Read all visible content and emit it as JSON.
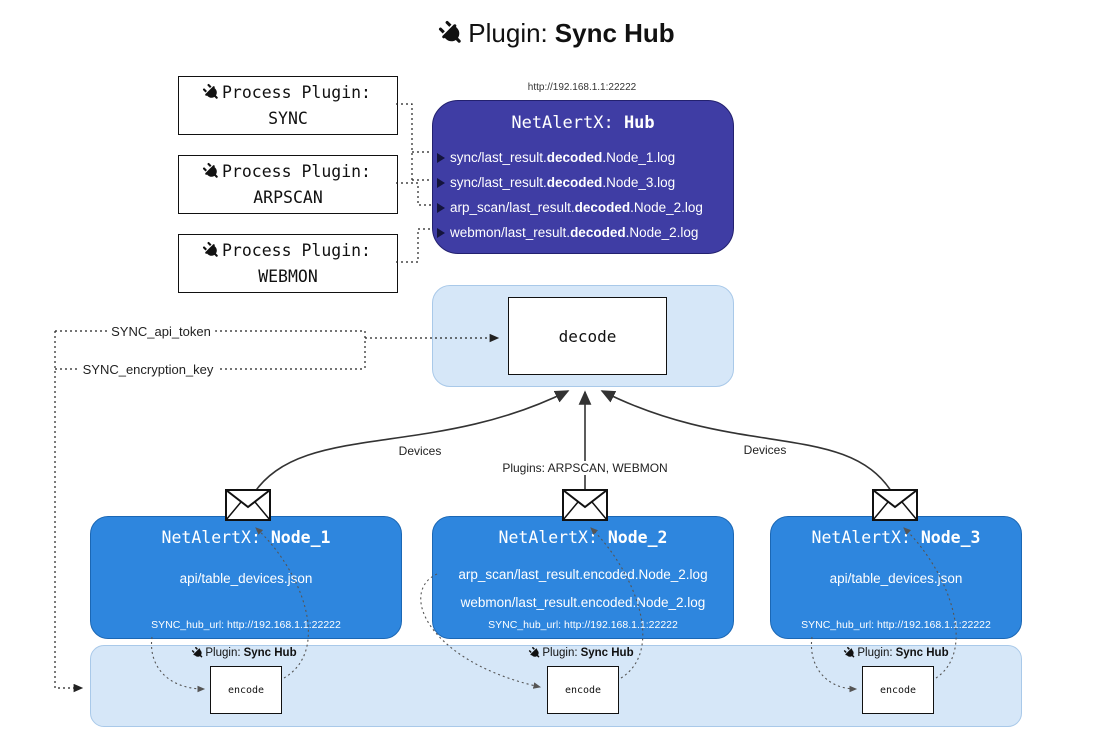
{
  "colors": {
    "hub_fill": "#3f3da4",
    "hub_border": "#23216f",
    "node_fill": "#2e86de",
    "node_border": "#1b67b4",
    "panel_fill": "#d6e7f8",
    "panel_border": "#a9c9e9",
    "line_color": "#333333"
  },
  "icons": {
    "plug": "plug-icon",
    "envelope": "envelope-icon",
    "arrowhead": "arrowhead-icon"
  },
  "title": {
    "prefix": "Plugin: ",
    "bold": "Sync Hub"
  },
  "process_plugins": [
    {
      "title": "Process Plugin:",
      "name": "SYNC"
    },
    {
      "title": "Process Plugin:",
      "name": "ARPSCAN"
    },
    {
      "title": "Process Plugin:",
      "name": "WEBMON"
    }
  ],
  "hub": {
    "url": "http://192.168.1.1:22222",
    "name": "NetAlertX: ",
    "name_bold": "Hub",
    "logs": [
      {
        "pre": "sync/last_result.",
        "bold": "decoded",
        "post": ".Node_1.log"
      },
      {
        "pre": "sync/last_result.",
        "bold": "decoded",
        "post": ".Node_3.log"
      },
      {
        "pre": "arp_scan/last_result.",
        "bold": "decoded",
        "post": ".Node_2.log"
      },
      {
        "pre": "webmon/last_result.",
        "bold": "decoded",
        "post": ".Node_2.log"
      }
    ]
  },
  "decode": {
    "label": "decode"
  },
  "config": {
    "api_token": "SYNC_api_token",
    "encryption_key": "SYNC_encryption_key"
  },
  "edge_labels": {
    "left": "Devices",
    "center": "Plugins: ARPSCAN, WEBMON",
    "right": "Devices"
  },
  "nodes": [
    {
      "name": "NetAlertX: ",
      "name_bold": "Node_1",
      "lines": [
        "api/table_devices.json"
      ],
      "hub_url": "SYNC_hub_url: http://192.168.1.1:22222"
    },
    {
      "name": "NetAlertX: ",
      "name_bold": "Node_2",
      "lines": [
        "arp_scan/last_result.encoded.Node_2.log",
        "webmon/last_result.encoded.Node_2.log"
      ],
      "hub_url": "SYNC_hub_url: http://192.168.1.1:22222"
    },
    {
      "name": "NetAlertX: ",
      "name_bold": "Node_3",
      "lines": [
        "api/table_devices.json"
      ],
      "hub_url": "SYNC_hub_url: http://192.168.1.1:22222"
    }
  ],
  "encode": {
    "label": "encode",
    "plugin_prefix": "Plugin: ",
    "plugin_bold": "Sync Hub"
  }
}
